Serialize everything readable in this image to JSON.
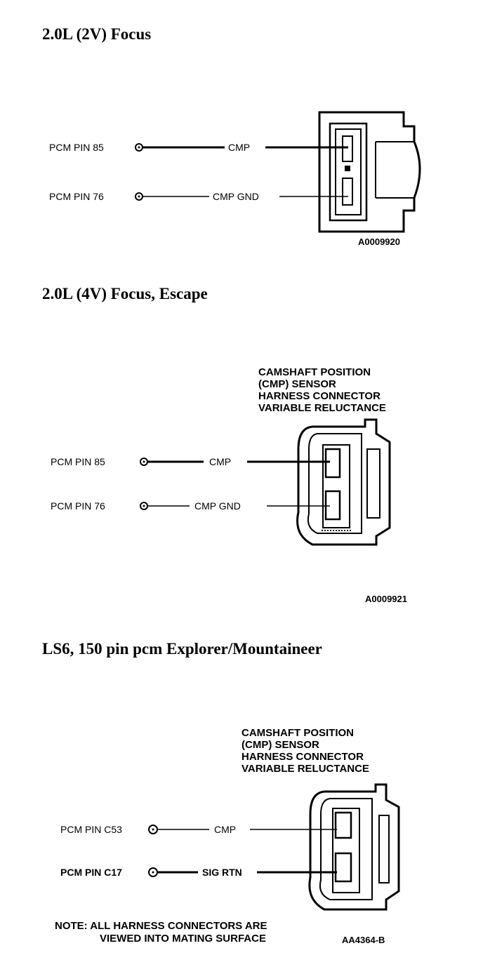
{
  "diagrams": [
    {
      "title": "2.0L (2V) Focus",
      "pins": [
        {
          "pcm_label": "PCM PIN 85",
          "signal": "CMP"
        },
        {
          "pcm_label": "PCM PIN 76",
          "signal": "CMP GND"
        }
      ],
      "figure_code": "A0009920"
    },
    {
      "title": "2.0L (4V) Focus, Escape",
      "connector_label": [
        "CAMSHAFT POSITION",
        "(CMP) SENSOR",
        "HARNESS CONNECTOR",
        "VARIABLE RELUCTANCE"
      ],
      "pins": [
        {
          "pcm_label": "PCM PIN 85",
          "signal": "CMP"
        },
        {
          "pcm_label": "PCM PIN 76",
          "signal": "CMP GND"
        }
      ],
      "figure_code": "A0009921"
    },
    {
      "title": "LS6, 150 pin pcm Explorer/Mountaineer",
      "connector_label": [
        "CAMSHAFT POSITION",
        "(CMP) SENSOR",
        "HARNESS CONNECTOR",
        "VARIABLE RELUCTANCE"
      ],
      "pins": [
        {
          "pcm_label": "PCM PIN C53",
          "signal": "CMP"
        },
        {
          "pcm_label": "PCM PIN C17",
          "signal": "SIG RTN"
        }
      ],
      "note": [
        "NOTE: ALL HARNESS CONNECTORS ARE",
        "VIEWED INTO MATING SURFACE"
      ],
      "figure_code": "AA4364-B"
    }
  ]
}
